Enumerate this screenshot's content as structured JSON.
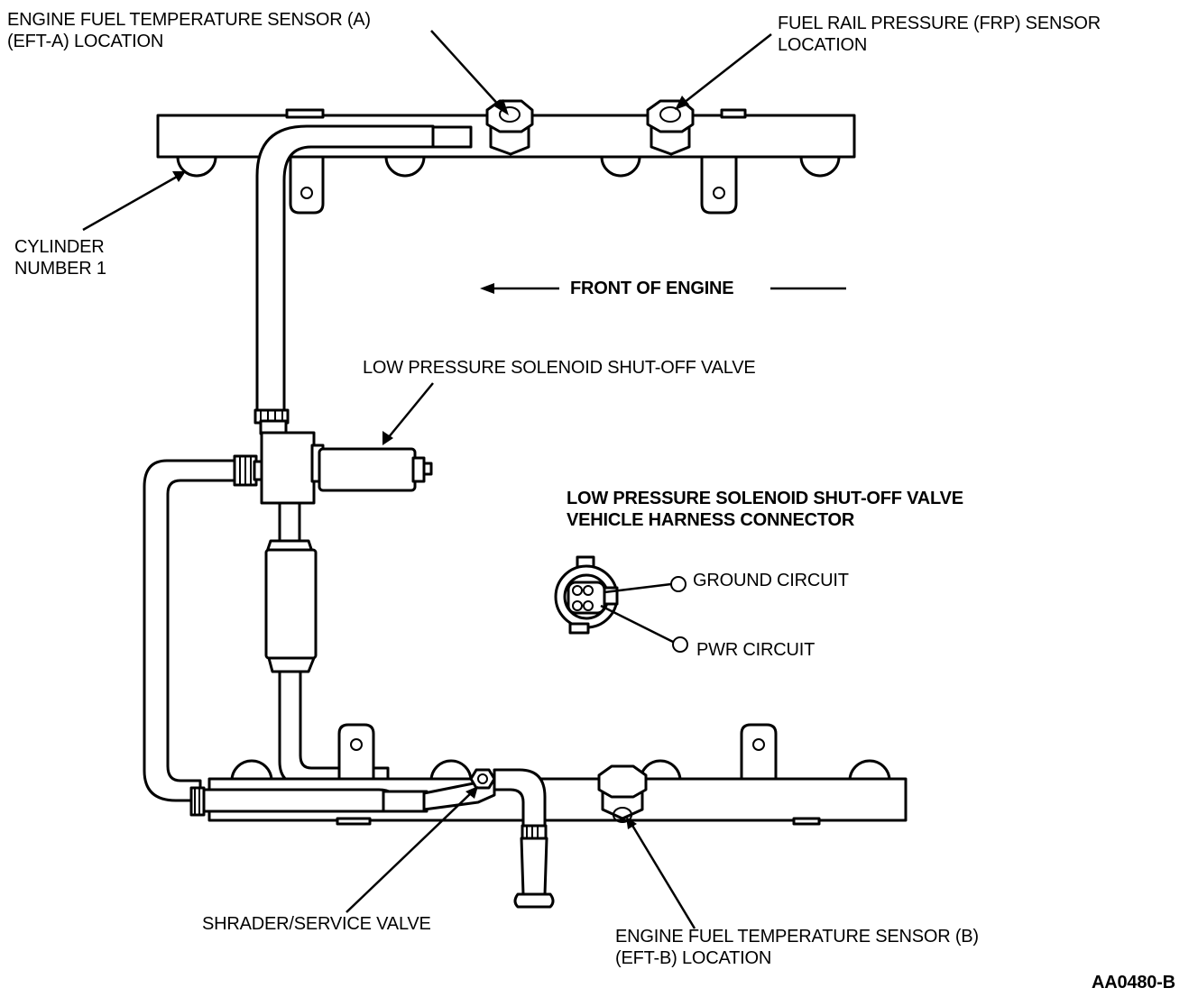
{
  "labels": {
    "eft_a": [
      "ENGINE FUEL TEMPERATURE SENSOR (A)",
      "(EFT-A) LOCATION"
    ],
    "frp": [
      "FUEL RAIL PRESSURE (FRP) SENSOR",
      "LOCATION"
    ],
    "cylinder": [
      "CYLINDER",
      "NUMBER 1"
    ],
    "front": "FRONT OF ENGINE",
    "solenoid_valve": "LOW PRESSURE SOLENOID SHUT-OFF VALVE",
    "harness": [
      "LOW PRESSURE SOLENOID SHUT-OFF VALVE",
      "VEHICLE HARNESS CONNECTOR"
    ],
    "ground": "GROUND CIRCUIT",
    "pwr": "PWR CIRCUIT",
    "shrader": "SHRADER/SERVICE VALVE",
    "eft_b": [
      "ENGINE FUEL TEMPERATURE SENSOR (B)",
      "(EFT-B) LOCATION"
    ],
    "figure_id": "AA0480-B"
  }
}
